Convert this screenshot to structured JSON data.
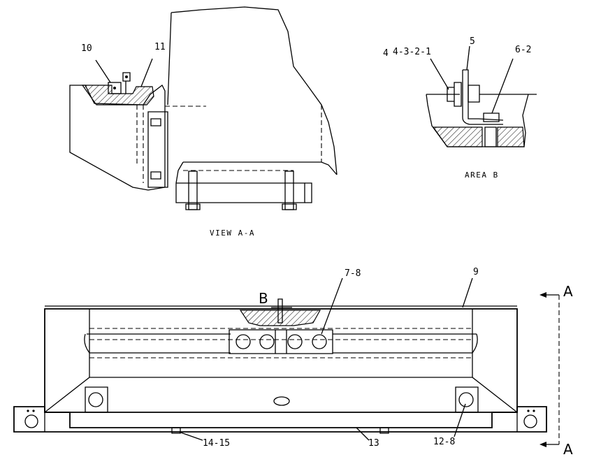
{
  "labels": {
    "c10": "10",
    "c11": "11",
    "c4": "4",
    "c4321": "4-3-2-1",
    "c5": "5",
    "c62": "6-2",
    "c78": "7-8",
    "c9": "9",
    "c1415": "14-15",
    "c13": "13",
    "c128": "12-8"
  },
  "captions": {
    "view_aa": "VIEW A-A",
    "area_b": "AREA B"
  },
  "markers": {
    "b": "B",
    "a_top": "A",
    "a_bottom": "A"
  }
}
